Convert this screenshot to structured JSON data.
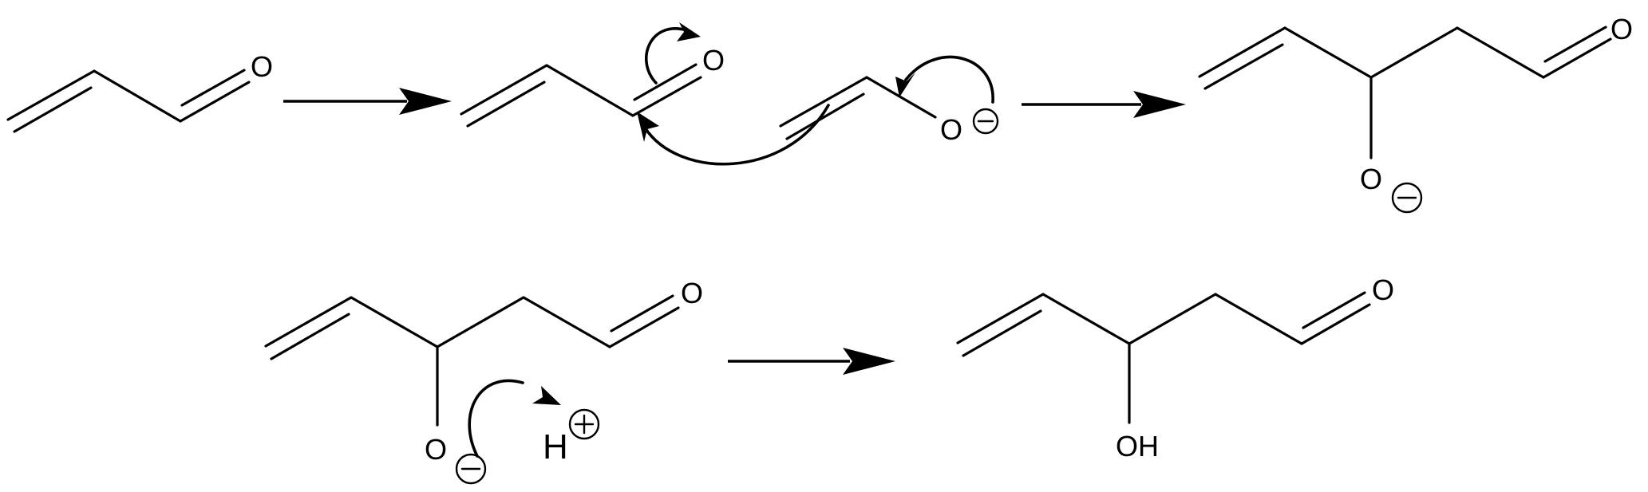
{
  "colors": {
    "ink": "#000000",
    "background": "#ffffff"
  },
  "atoms": {
    "o": "O",
    "oh": "OH",
    "h": "H"
  },
  "charges": {
    "minus": "minus-charge",
    "plus": "plus-charge"
  }
}
